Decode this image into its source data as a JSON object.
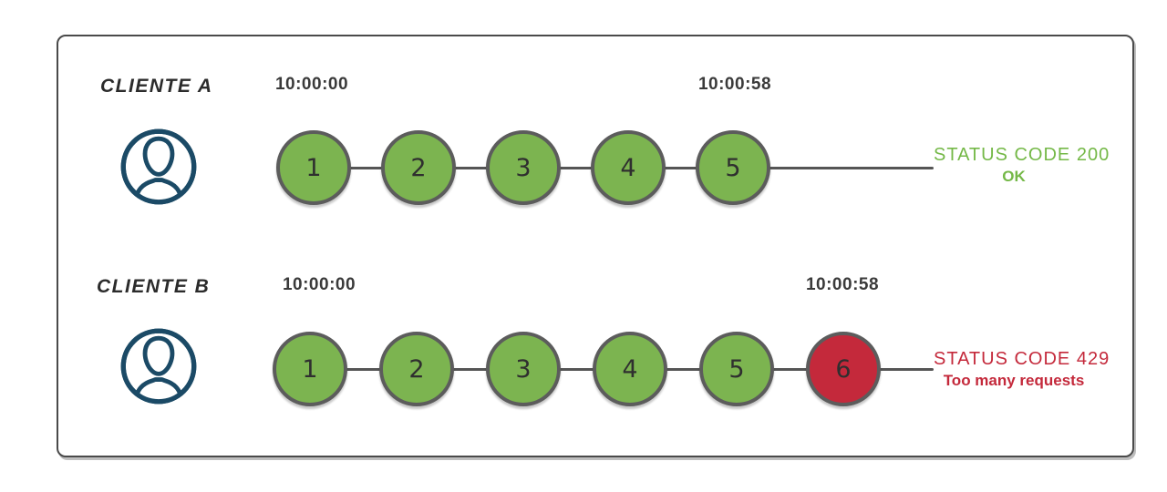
{
  "colors": {
    "node_ok_green": "#7cb450",
    "node_blocked_red": "#c4293b",
    "status_success_green": "#74b847",
    "status_error_red": "#c4293b",
    "avatar_navy": "#1b4a66",
    "line_gray": "#555555"
  },
  "rows": [
    {
      "client_label": "CLIENTE A",
      "start_time": "10:00:00",
      "end_time": "10:00:58",
      "avatar_icon": "user-avatar-icon",
      "requests": [
        {
          "n": "1",
          "status": "ok"
        },
        {
          "n": "2",
          "status": "ok"
        },
        {
          "n": "3",
          "status": "ok"
        },
        {
          "n": "4",
          "status": "ok"
        },
        {
          "n": "5",
          "status": "ok"
        }
      ],
      "status_type": "success",
      "status_title": "STATUS CODE 200",
      "status_detail": "OK"
    },
    {
      "client_label": "CLIENTE B",
      "start_time": "10:00:00",
      "end_time": "10:00:58",
      "avatar_icon": "user-avatar-icon",
      "requests": [
        {
          "n": "1",
          "status": "ok"
        },
        {
          "n": "2",
          "status": "ok"
        },
        {
          "n": "3",
          "status": "ok"
        },
        {
          "n": "4",
          "status": "ok"
        },
        {
          "n": "5",
          "status": "ok"
        },
        {
          "n": "6",
          "status": "blocked"
        }
      ],
      "status_type": "error",
      "status_title": "STATUS CODE 429",
      "status_detail": "Too many requests"
    }
  ]
}
